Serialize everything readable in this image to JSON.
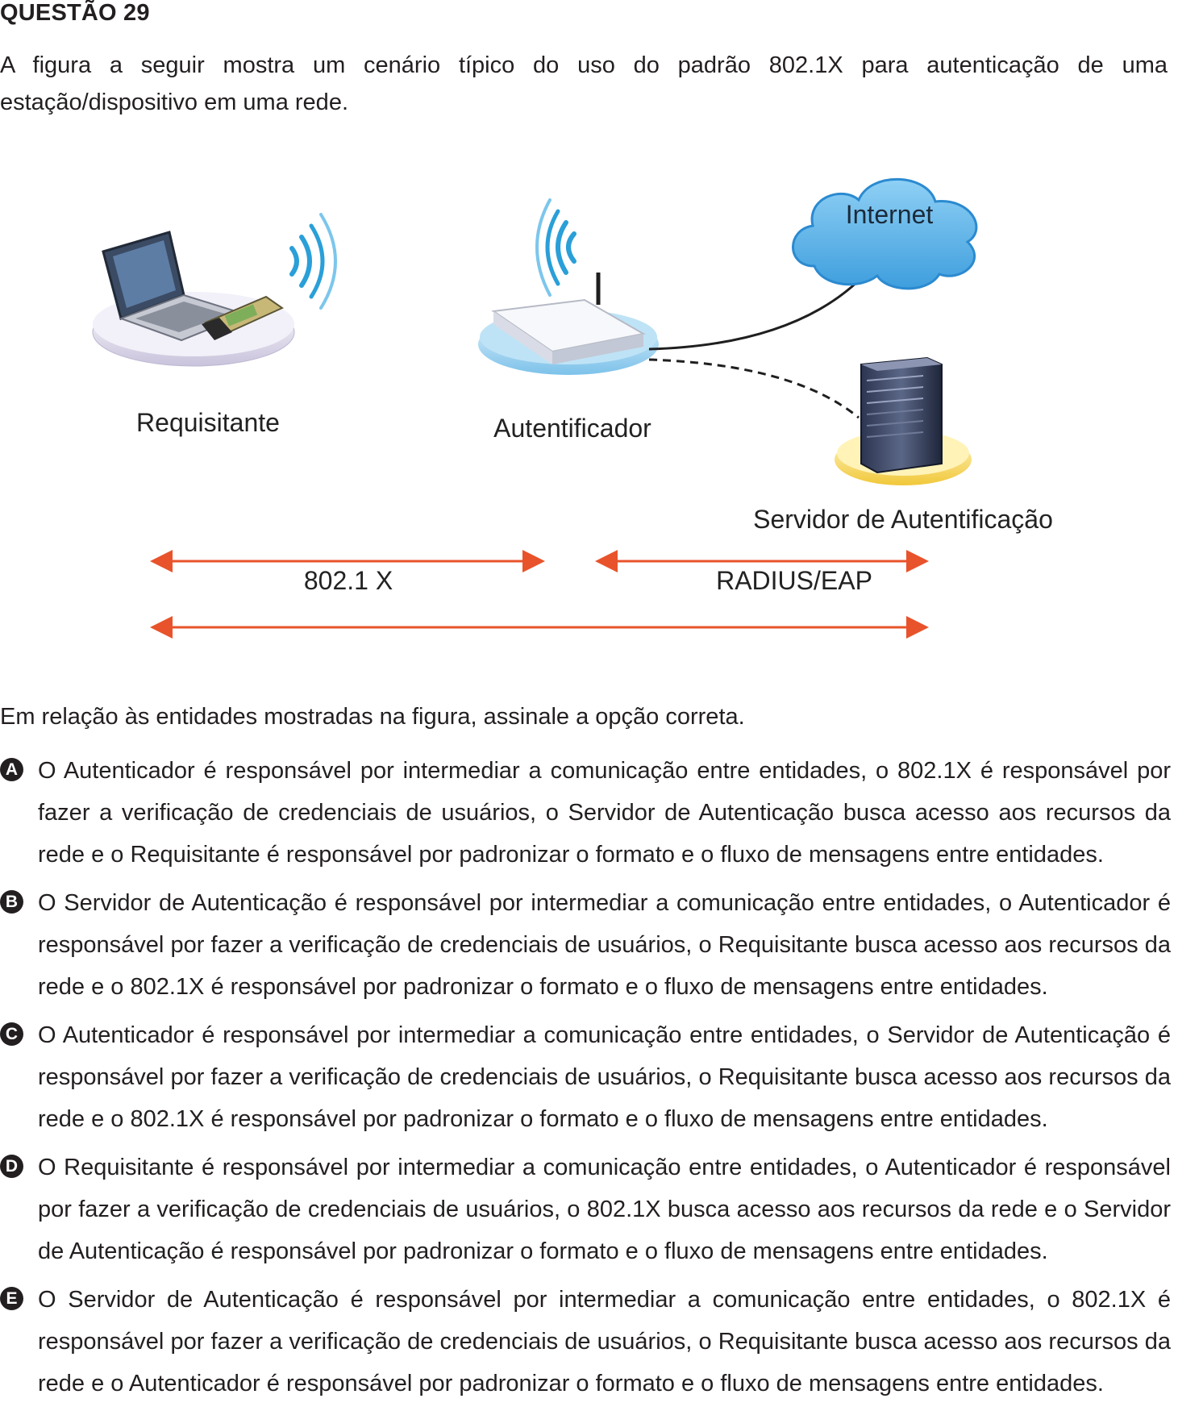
{
  "question": {
    "title": "QUESTÃO 29",
    "intro": "A figura a seguir mostra um cenário típico do uso do padrão 802.1X para autenticação de uma estação/dispositivo em uma rede.",
    "prompt": "Em relação às entidades mostradas na figura, assinale a opção correta."
  },
  "figure": {
    "internet_label": "Internet",
    "supplicant_label": "Requisitante",
    "authenticator_label": "Autentificador",
    "server_label": "Servidor de Autentificação",
    "protocol_left": "802.1 X",
    "protocol_right": "RADIUS/EAP",
    "colors": {
      "arrow": "#e8532b",
      "cloud": "#5fb2e6",
      "wifi": "#2a9fd8",
      "link_line": "#1f1f1f",
      "server_base": "#f4d45c"
    },
    "icons": [
      "laptop-icon",
      "wireless-card-icon",
      "wifi-waves-icon",
      "access-point-icon",
      "cloud-icon",
      "server-icon"
    ]
  },
  "options": [
    {
      "letter": "A",
      "text": "O Autenticador é responsável por intermediar a comunicação entre entidades, o 802.1X é responsável por fazer a verificação de credenciais de usuários, o Servidor de Autenticação busca acesso aos recursos da rede e o Requisitante é responsável por padronizar o formato e o fluxo de mensagens entre entidades."
    },
    {
      "letter": "B",
      "text": "O Servidor de Autenticação é responsável por intermediar a comunicação entre entidades, o Autenticador é responsável por fazer a verificação de credenciais de usuários, o Requisitante busca acesso aos recursos da rede e o 802.1X é responsável por padronizar o formato e o fluxo de mensagens entre entidades."
    },
    {
      "letter": "C",
      "text": "O Autenticador é responsável por intermediar a comunicação entre entidades, o Servidor de Autenticação é responsável por fazer a verificação de credenciais de usuários, o Requisitante busca acesso aos recursos da rede e o 802.1X é responsável por padronizar o formato e o fluxo de mensagens entre entidades."
    },
    {
      "letter": "D",
      "text": "O Requisitante é responsável por intermediar a comunicação entre entidades, o Autenticador é responsável por fazer a verificação de credenciais de usuários, o 802.1X busca acesso aos recursos da rede e o Servidor de Autenticação é responsável por padronizar o formato e o fluxo de mensagens entre entidades."
    },
    {
      "letter": "E",
      "text": "O Servidor de Autenticação é responsável por intermediar a comunicação entre entidades, o 802.1X é responsável por fazer a verificação de credenciais de usuários, o Requisitante busca acesso aos recursos da rede e o Autenticador é responsável por padronizar o formato e o fluxo de mensagens entre entidades."
    }
  ]
}
